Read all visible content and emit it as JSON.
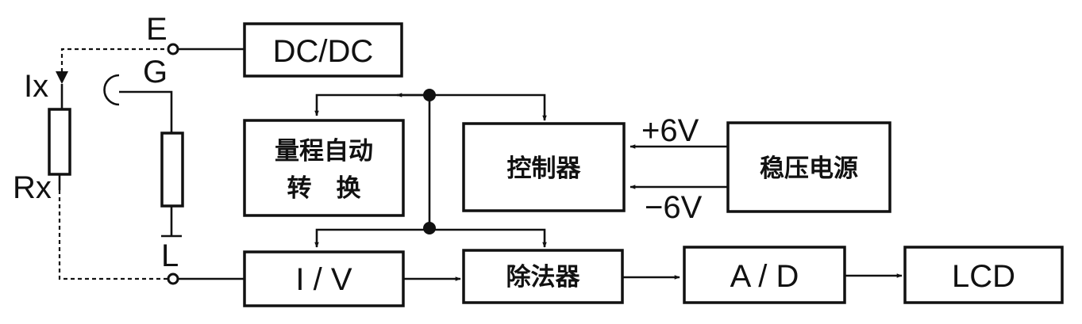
{
  "blocks": {
    "dcdc": "DC/DC",
    "range_line1": "量程自动",
    "range_line2": "转　换",
    "controller": "控制器",
    "regulator": "稳压电源",
    "iv": "I / V",
    "divider": "除法器",
    "ad": "A / D",
    "lcd": "LCD"
  },
  "terminals": {
    "e": "E",
    "g": "G",
    "l": "L"
  },
  "labels": {
    "ix": "Ix",
    "rx": "Rx",
    "plus6v": "+6V",
    "minus6v": "−6V"
  }
}
